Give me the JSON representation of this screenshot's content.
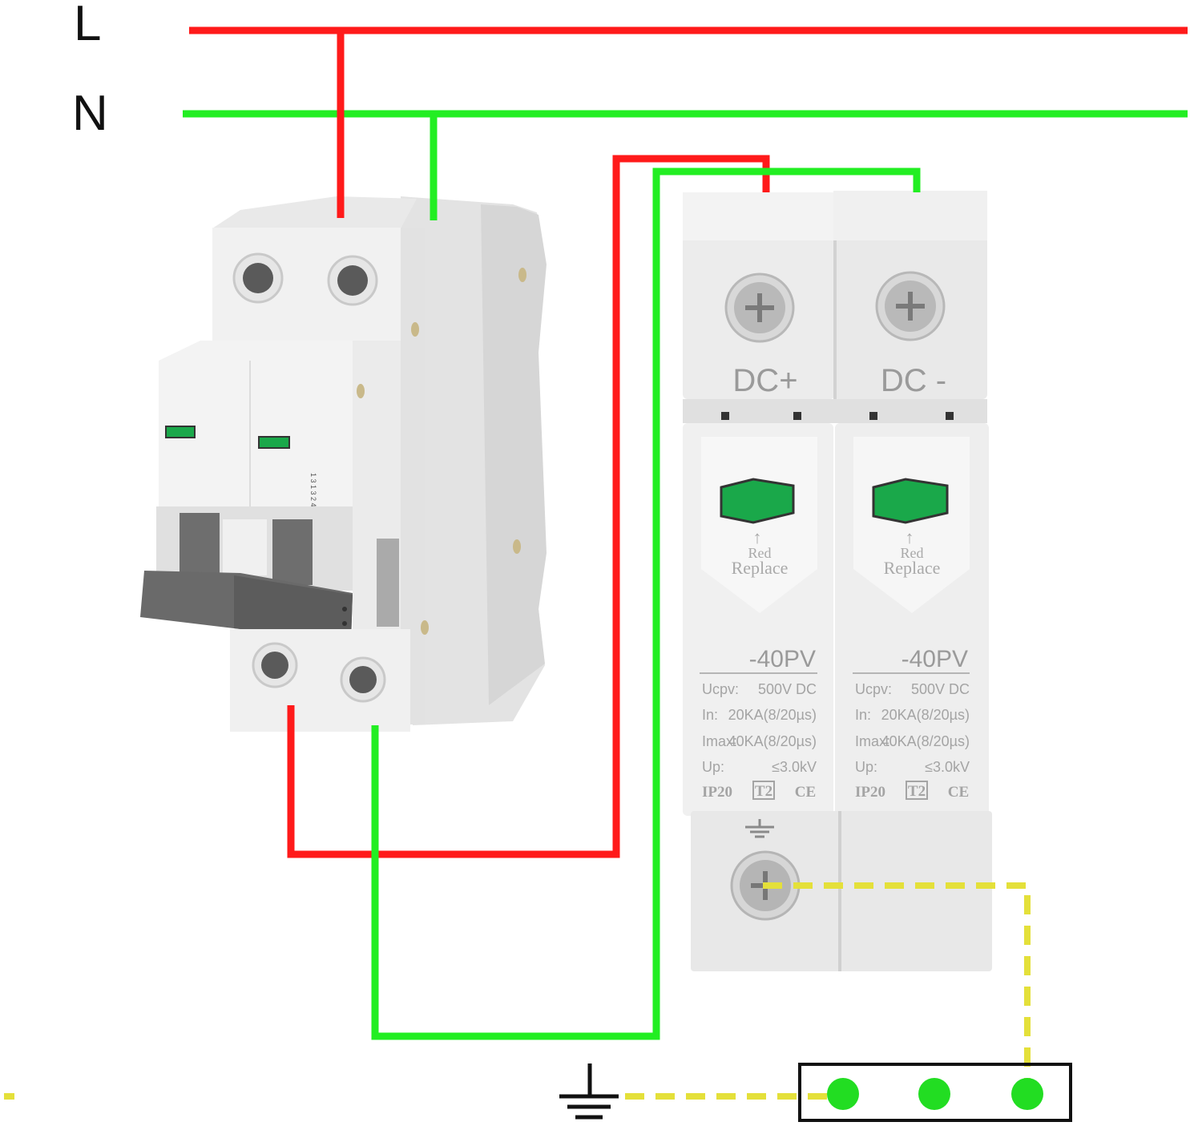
{
  "lines": {
    "live_label": "L",
    "neutral_label": "N"
  },
  "breaker": {
    "side_marking": "1 3 1 3 2 4"
  },
  "spd": {
    "poles": [
      {
        "terminal_label": "DC+",
        "indicator_arrow": "↑",
        "indicator_line1": "Red",
        "indicator_line2": "Replace",
        "model": "-40PV",
        "specs": [
          {
            "key": "Ucpv:",
            "value": "500V DC"
          },
          {
            "key": "In:",
            "value": "20KA(8/20µs)"
          },
          {
            "key": "Imax:",
            "value": "40KA(8/20µs)"
          },
          {
            "key": "Up:",
            "value": "≤3.0kV"
          }
        ],
        "rating": "IP20",
        "type_mark": "T2",
        "cert": "CE"
      },
      {
        "terminal_label": "DC -",
        "indicator_arrow": "↑",
        "indicator_line1": "Red",
        "indicator_line2": "Replace",
        "model": "-40PV",
        "specs": [
          {
            "key": "Ucpv:",
            "value": "500V DC"
          },
          {
            "key": "In:",
            "value": "20KA(8/20µs)"
          },
          {
            "key": "Imax:",
            "value": "40KA(8/20µs)"
          },
          {
            "key": "Up:",
            "value": "≤3.0kV"
          }
        ],
        "rating": "IP20",
        "type_mark": "T2",
        "cert": "CE"
      }
    ]
  },
  "colors": {
    "live": "#ff1a1a",
    "neutral": "#22ee22",
    "earth": "#e4e03a",
    "indicator": "#1aa84a",
    "terminal_dot": "#22dd22"
  }
}
